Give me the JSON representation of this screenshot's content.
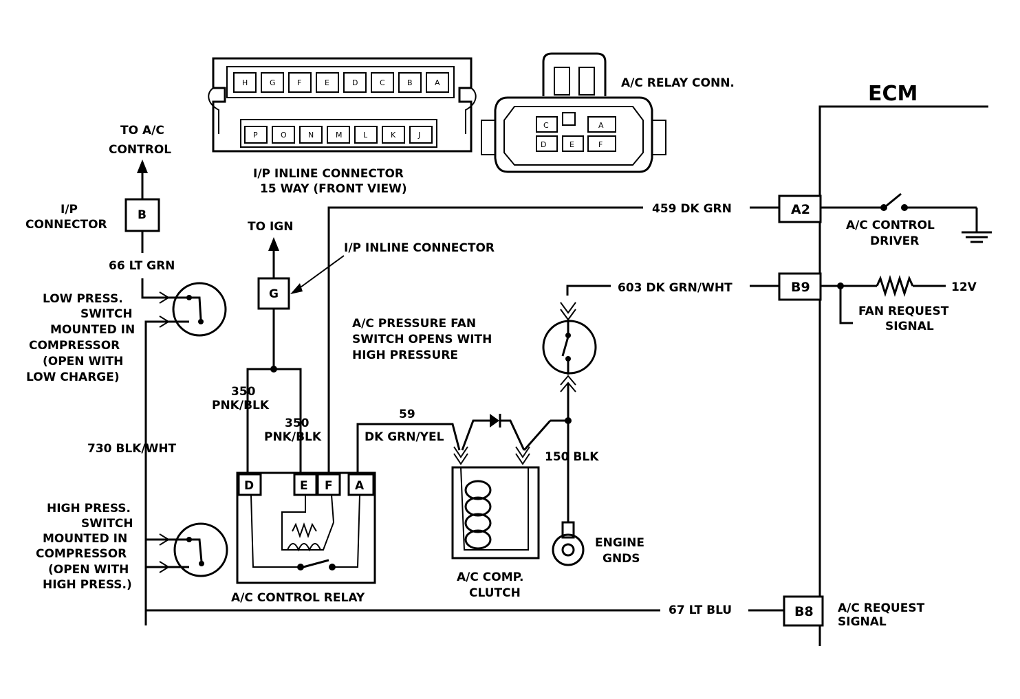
{
  "ecm": {
    "title": "ECM"
  },
  "ip_inline_connector": {
    "caption_line1": "I/P INLINE CONNECTOR",
    "caption_line2": "15 WAY (FRONT VIEW)",
    "top_row": [
      "H",
      "G",
      "F",
      "E",
      "D",
      "C",
      "B",
      "A"
    ],
    "bottom_row": [
      "P",
      "O",
      "N",
      "M",
      "L",
      "K",
      "J"
    ]
  },
  "relay_connector": {
    "caption": "A/C RELAY CONN.",
    "cavities": [
      "C",
      "A",
      "D",
      "E",
      "F"
    ]
  },
  "ac_control": {
    "label_line1": "TO A/C",
    "label_line2": "CONTROL",
    "ip_connector_label_line1": "I/P",
    "ip_connector_label_line2": "CONNECTOR",
    "ip_connector_pin": "B"
  },
  "wires": {
    "w66": "66 LT GRN",
    "w730": "730 BLK/WHT",
    "w350a_line1": "350",
    "w350a_line2": "PNK/BLK",
    "w350b_line1": "350",
    "w350b_line2": "PNK/BLK",
    "w59_line1": "59",
    "w59_line2": "DK GRN/YEL",
    "w150": "150 BLK",
    "w459": "459 DK GRN",
    "w603": "603 DK GRN/WHT",
    "w67": "67 LT BLU"
  },
  "low_switch": {
    "line1": "LOW PRESS.",
    "line2": "SWITCH",
    "line3": "MOUNTED IN",
    "line4": "COMPRESSOR",
    "line5": "(OPEN WITH",
    "line6": "LOW CHARGE)"
  },
  "high_switch": {
    "line1": "HIGH PRESS.",
    "line2": "SWITCH",
    "line3": "MOUNTED IN",
    "line4": "COMPRESSOR",
    "line5": "(OPEN WITH",
    "line6": "HIGH PRESS.)"
  },
  "ign": {
    "label": "TO IGN",
    "pin": "G",
    "inline_label": "I/P INLINE CONNECTOR"
  },
  "fan_switch": {
    "line1": "A/C PRESSURE FAN",
    "line2": "SWITCH OPENS WITH",
    "line3": "HIGH PRESSURE"
  },
  "relay": {
    "label": "A/C CONTROL RELAY",
    "pins": [
      "D",
      "E",
      "F",
      "A"
    ]
  },
  "clutch": {
    "line1": "A/C COMP.",
    "line2": "CLUTCH"
  },
  "ground": {
    "line1": "ENGINE",
    "line2": "GNDS"
  },
  "ecm_terminals": {
    "a2": "A2",
    "b9": "B9",
    "b8": "B8"
  },
  "ecm_labels": {
    "driver_line1": "A/C CONTROL",
    "driver_line2": "DRIVER",
    "fan_line1": "FAN REQUEST",
    "fan_line2": "SIGNAL",
    "voltage": "12V",
    "request_line1": "A/C REQUEST",
    "request_line2": "SIGNAL"
  }
}
